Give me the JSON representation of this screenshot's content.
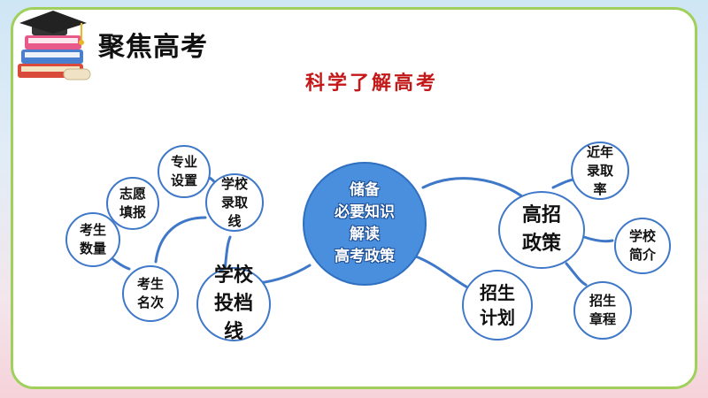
{
  "header": {
    "title": "聚焦高考"
  },
  "subtitle": "科学了解高考",
  "center": {
    "label": "储备\n必要知识\n解读\n高考政策"
  },
  "nodes": {
    "school_line": "学校\n投档\n线",
    "admission_plan": "招生\n计划",
    "policy": "高招\n政策",
    "rank": "考生\n名次",
    "count": "考生\n数量",
    "application": "志愿\n填报",
    "major": "专业\n设置",
    "school_admission": "学校\n录取\n线",
    "recent_rate": "近年\n录取\n率",
    "school_intro": "学校\n简介",
    "charter": "招生\n章程"
  },
  "colors": {
    "border": "#9fd15a",
    "center_fill": "#4a8fde",
    "node_stroke": "#3f78c8",
    "subtitle": "#c41818"
  }
}
